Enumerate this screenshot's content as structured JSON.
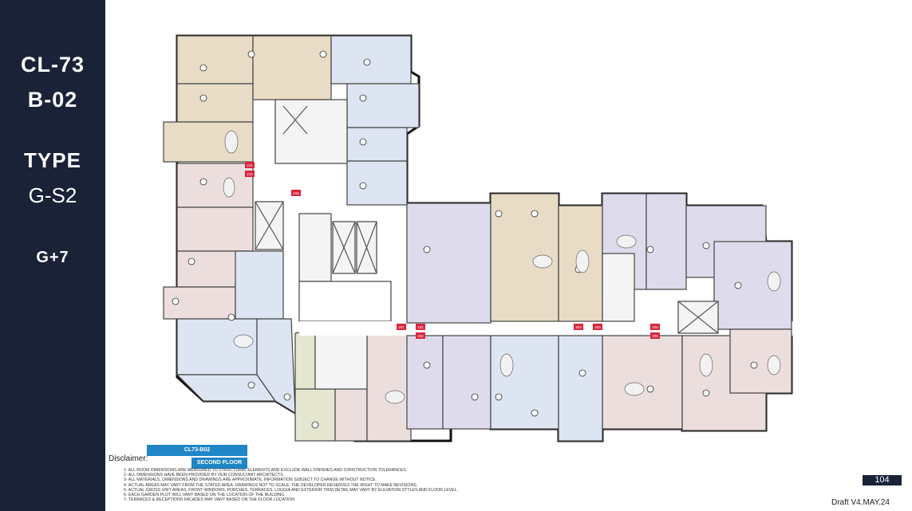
{
  "sidebar": {
    "code_line1": "CL-73",
    "code_line2": "B-02",
    "type_label": "TYPE",
    "type_value": "G-S2",
    "floors": "G+7"
  },
  "plan": {
    "tag_building": "CL73-B02",
    "tag_floor": "SECOND FLOOR",
    "door_tags": [
      "211",
      "210",
      "215",
      "207",
      "201",
      "202",
      "203",
      "205",
      "204",
      "206"
    ]
  },
  "disclaimer": {
    "title": "Disclaimer:",
    "notes": [
      "1- ALL ROOM DIMENSIONS ARE MEASURED TO STRUCTURAL ELEMENTS AND EXCLUDE WALL FINISHES AND CONSTRUCTION TOLERANCES.",
      "2- ALL DIMENSIONS HAVE BEEN PROVIDED BY OUR CONSULTANT ARCHITECTS.",
      "3- ALL MATERIALS, DIMENSIONS AND DRAWINGS ARE APPROXIMATE, INFORMATION SUBJECT TO CHANGE WITHOUT NOTICE.",
      "4- ACTUAL AREAS MAY VARY FROM THE STATED AREA. DRAWINGS NOT TO SCALE. THE DEVELOPER RESERVES THE RIGHT TO MAKE REVISIONS.",
      "5- ACTUAL GROSS UNIT AREAS, FRONT WINDOWS, PORCHES, TERRACES, LOGGIA AND EXTERIOR TRIM DETAIL MAY VARY BY ELEVATION STYLES AND FLOOR LEVEL.",
      "6- EACH GARDEN PLOT WILL VARY BASED ON THE LOCATION OF THE BUILDING.",
      "7- TERRACES & RECEPTIONS FACADES MAY VARY BASED ON THE FLOOR LOCATION"
    ]
  },
  "footer": {
    "page_number": "104",
    "draft": "Draft V4.MAY.24"
  },
  "colors": {
    "sidebar_bg": "#1a2238",
    "tag_blue": "#1e86c7",
    "door_tag_red": "#d7263d",
    "unit_beige": "#e8dcc6",
    "unit_blue": "#dde5f2",
    "unit_lavender": "#dedcec",
    "unit_pink": "#ecdedc",
    "unit_sage": "#e4e6cf"
  }
}
